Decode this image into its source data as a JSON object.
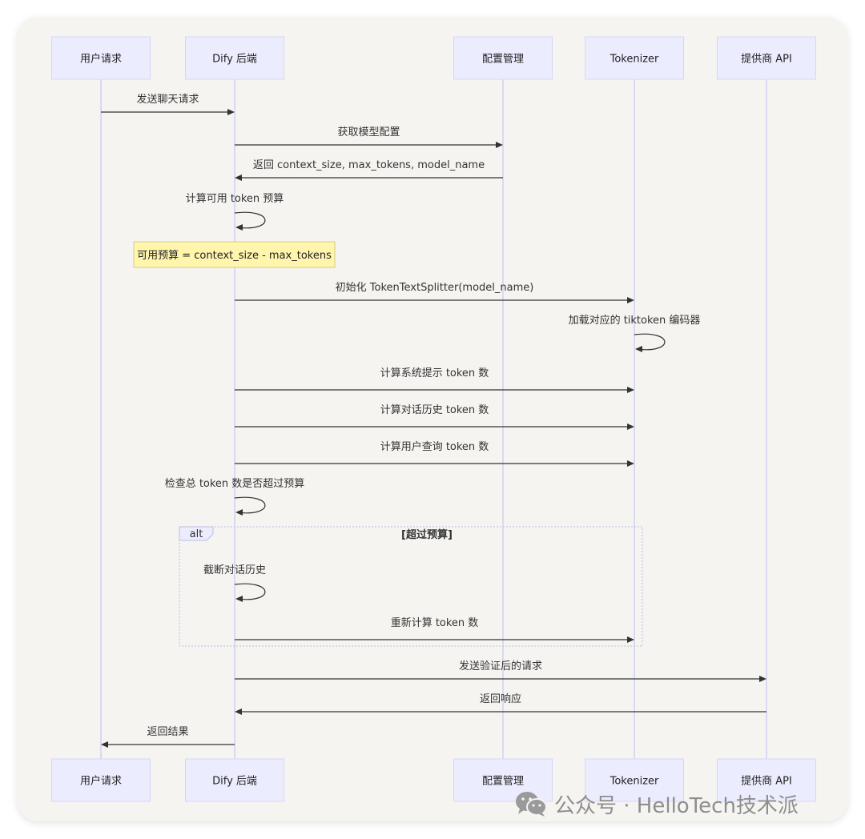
{
  "participants": [
    {
      "id": "user",
      "label": "用户请求"
    },
    {
      "id": "dify",
      "label": "Dify 后端"
    },
    {
      "id": "config",
      "label": "配置管理"
    },
    {
      "id": "tokenizer",
      "label": "Tokenizer"
    },
    {
      "id": "provider",
      "label": "提供商 API"
    }
  ],
  "messages": [
    {
      "from": "user",
      "to": "dify",
      "label": "发送聊天请求"
    },
    {
      "from": "dify",
      "to": "config",
      "label": "获取模型配置"
    },
    {
      "from": "config",
      "to": "dify",
      "label": "返回 context_size, max_tokens, model_name"
    },
    {
      "from": "dify",
      "to": "dify",
      "label": "计算可用 token 预算"
    },
    {
      "from": "dify",
      "to": "tokenizer",
      "label": "初始化 TokenTextSplitter(model_name)"
    },
    {
      "from": "tokenizer",
      "to": "tokenizer",
      "label": "加载对应的 tiktoken 编码器"
    },
    {
      "from": "dify",
      "to": "tokenizer",
      "label": "计算系统提示 token 数"
    },
    {
      "from": "dify",
      "to": "tokenizer",
      "label": "计算对话历史 token 数"
    },
    {
      "from": "dify",
      "to": "tokenizer",
      "label": "计算用户查询 token 数"
    },
    {
      "from": "dify",
      "to": "dify",
      "label": "检查总 token 数是否超过预算"
    },
    {
      "from": "dify",
      "to": "dify",
      "label": "截断对话历史"
    },
    {
      "from": "dify",
      "to": "tokenizer",
      "label": "重新计算 token 数"
    },
    {
      "from": "dify",
      "to": "provider",
      "label": "发送验证后的请求"
    },
    {
      "from": "provider",
      "to": "dify",
      "label": "返回响应"
    },
    {
      "from": "dify",
      "to": "user",
      "label": "返回结果"
    }
  ],
  "note": {
    "over": "dify",
    "text": "可用预算 = context_size - max_tokens"
  },
  "alt_block": {
    "keyword": "alt",
    "condition": "[超过预算]"
  },
  "watermark": {
    "text": "公众号 · HelloTech技术派",
    "icon": "wechat-icon"
  }
}
